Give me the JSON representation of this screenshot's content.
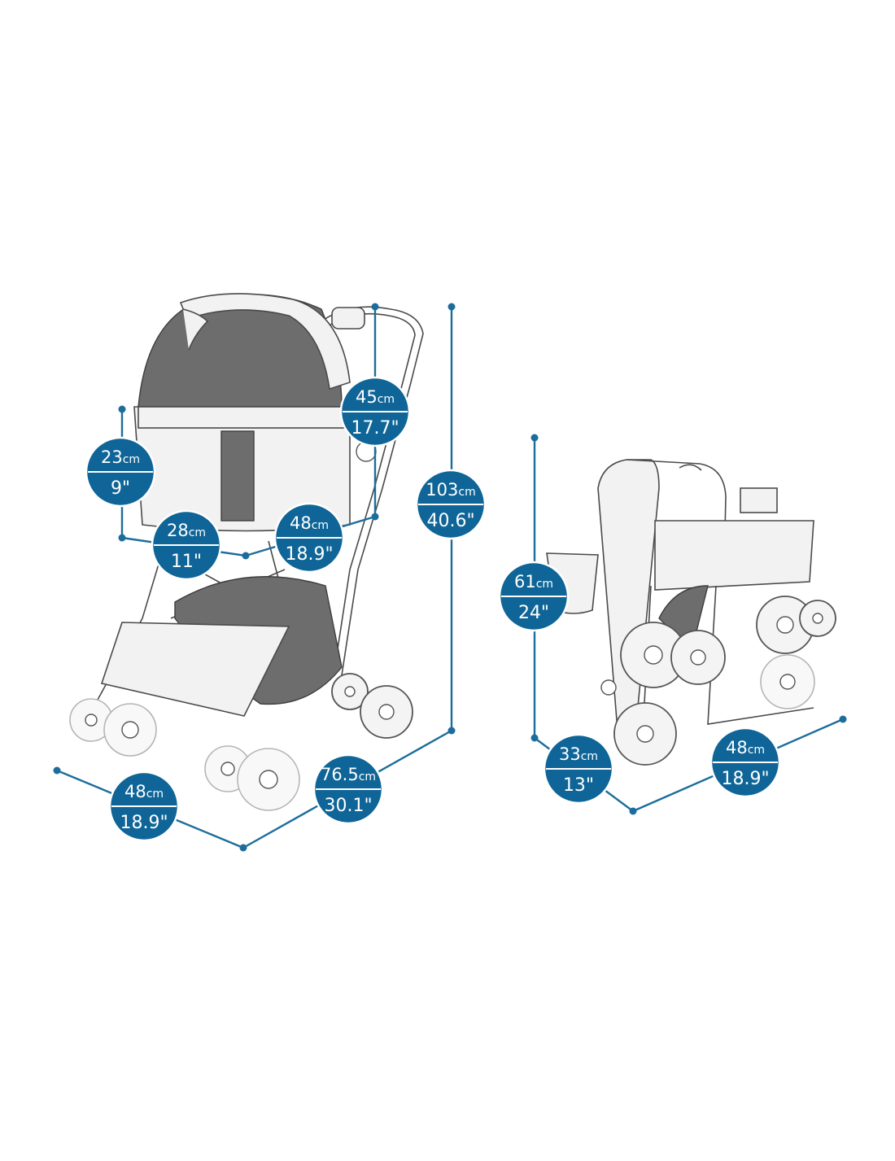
{
  "accent_color": "#0f6597",
  "unit_cm": "cm",
  "open_stroller": {
    "dimensions": [
      {
        "id": "carrier-height",
        "cm": "23",
        "inch": "9\""
      },
      {
        "id": "carrier-top-height",
        "cm": "45",
        "inch": "17.7\""
      },
      {
        "id": "carrier-depth",
        "cm": "28",
        "inch": "11\""
      },
      {
        "id": "carrier-length",
        "cm": "48",
        "inch": "18.9\""
      },
      {
        "id": "total-height",
        "cm": "103",
        "inch": "40.6\""
      },
      {
        "id": "width",
        "cm": "48",
        "inch": "18.9\""
      },
      {
        "id": "length",
        "cm": "76.5",
        "inch": "30.1\""
      }
    ]
  },
  "folded_stroller": {
    "dimensions": [
      {
        "id": "folded-height",
        "cm": "61",
        "inch": "24\""
      },
      {
        "id": "folded-depth",
        "cm": "33",
        "inch": "13\""
      },
      {
        "id": "folded-width",
        "cm": "48",
        "inch": "18.9\""
      }
    ]
  }
}
